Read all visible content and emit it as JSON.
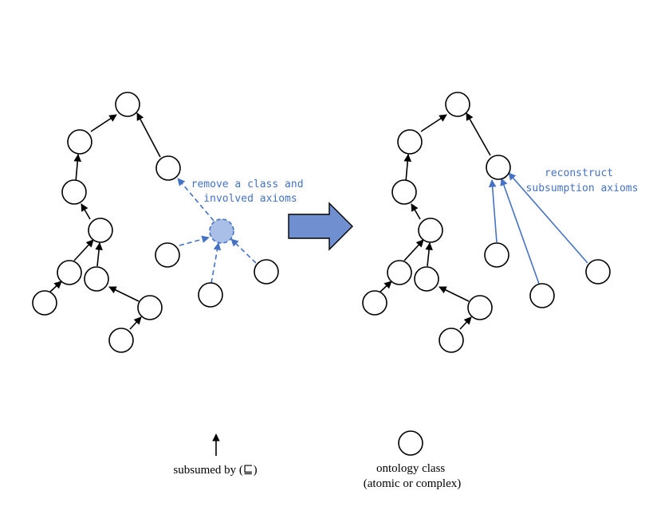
{
  "colors": {
    "node_stroke": "#000000",
    "black_edge": "#000000",
    "blue_edge": "#4472c4",
    "removed_fill": "#a9bfe8",
    "removed_stroke": "#4472c4",
    "arrow_fill": "#6f8fd0",
    "annotation_text": "#4472c4"
  },
  "left_graph": {
    "annotation": [
      "remove a class and",
      "involved axioms"
    ]
  },
  "right_graph": {
    "annotation": [
      "reconstruct",
      "subsumption axioms"
    ]
  },
  "transition_arrow": {
    "icon": "block-arrow-right-icon"
  },
  "legend": {
    "arrow_label": "subsumed by (⊑)",
    "node_label_line1": "ontology class",
    "node_label_line2": "(atomic or complex)"
  }
}
